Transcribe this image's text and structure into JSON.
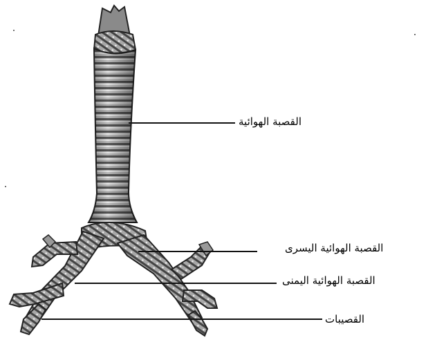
{
  "labels": {
    "trachea": "القصبة الهوائية",
    "left_bronchus": "القصبة الهوائية اليسرى",
    "right_bronchus": "القصبة الهوائية اليمنى",
    "bronchioles": "القصيبات"
  },
  "colors": {
    "ink": "#111111",
    "tissue_light": "#cfcfcf",
    "tissue_mid": "#9a9a9a",
    "tissue_dark": "#3a3a3a",
    "background": "#ffffff"
  }
}
